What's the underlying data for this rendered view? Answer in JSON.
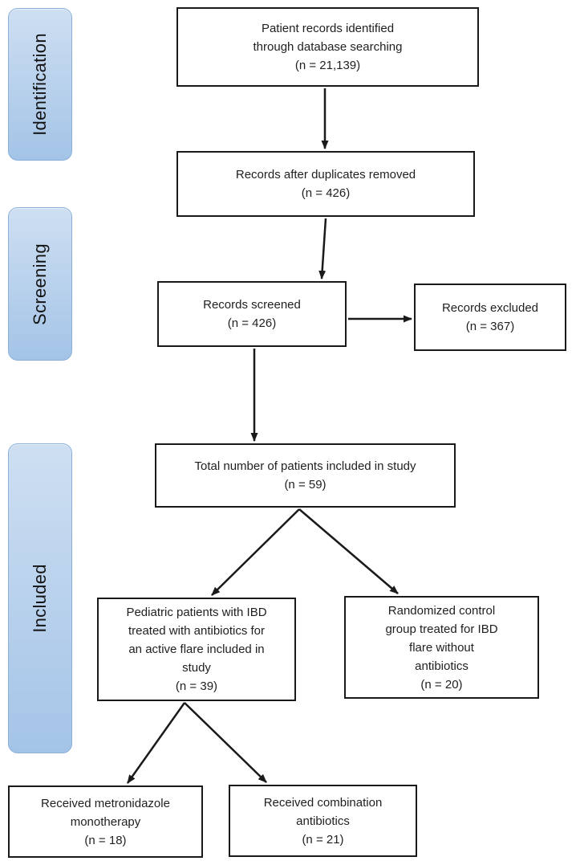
{
  "stages": [
    {
      "label": "Identification"
    },
    {
      "label": "Screening"
    },
    {
      "label": "Included"
    }
  ],
  "boxes": [
    {
      "id": "identified",
      "text": "Patient records identified\nthrough database searching\n(n = 21,139)"
    },
    {
      "id": "duplicates",
      "text": "Records after duplicates removed\n(n = 426)"
    },
    {
      "id": "screened",
      "text": "Records screened\n(n = 426)"
    },
    {
      "id": "excluded",
      "text": "Records excluded\n(n = 367)"
    },
    {
      "id": "total",
      "text": "Total number of patients included in study\n(n = 59)"
    },
    {
      "id": "pediatric",
      "text": "Pediatric patients with IBD\ntreated with antibiotics for\nan active flare included in\nstudy\n(n = 39)"
    },
    {
      "id": "randomized",
      "text": "Randomized control\ngroup treated for IBD\nflare without\nantibiotics\n(n = 20)"
    },
    {
      "id": "metronidazole",
      "text": "Received metronidazole\nmonotherapy\n(n = 18)"
    },
    {
      "id": "combination",
      "text": "Received combination\nantibiotics\n(n = 21)"
    }
  ],
  "colors": {
    "stage-top": "#cedff2",
    "stage-bottom": "#a4c4e7",
    "stage-border": "#8ab0da",
    "line": "#1a1a1a",
    "text": "#1f1f1f"
  }
}
